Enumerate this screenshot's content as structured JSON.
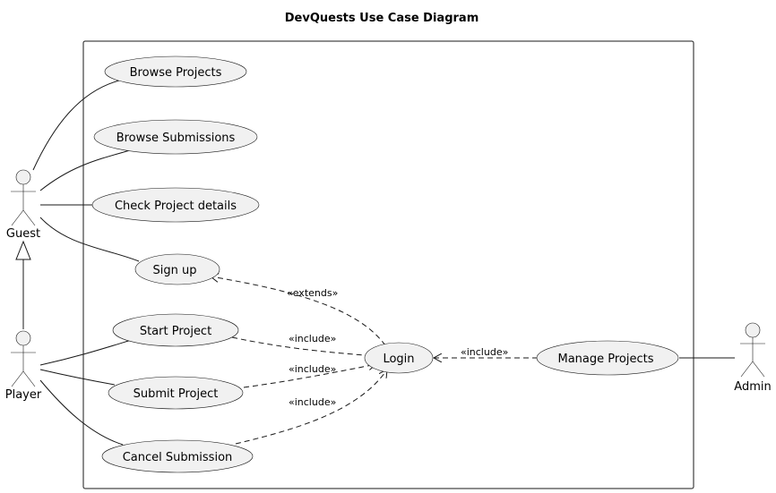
{
  "diagram": {
    "title": "DevQuests Use Case Diagram",
    "actors": {
      "guest": "Guest",
      "player": "Player",
      "admin": "Admin"
    },
    "use_cases": {
      "browse_projects": "Browse Projects",
      "browse_submissions": "Browse Submissions",
      "check_project_details": "Check Project details",
      "sign_up": "Sign up",
      "start_project": "Start Project",
      "submit_project": "Submit Project",
      "cancel_submission": "Cancel Submission",
      "login": "Login",
      "manage_projects": "Manage Projects"
    },
    "relations": {
      "extends": "«extends»",
      "include_start": "«include»",
      "include_submit": "«include»",
      "include_cancel": "«include»",
      "include_manage": "«include»"
    }
  }
}
